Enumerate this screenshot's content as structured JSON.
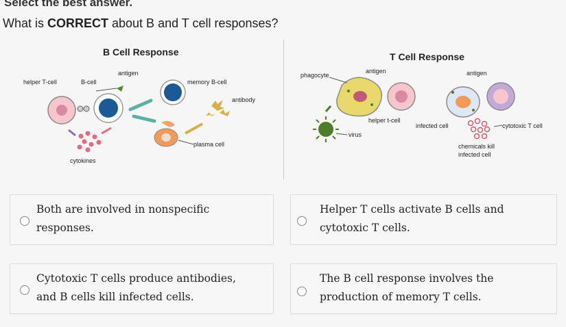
{
  "instruction": "Select the best answer.",
  "question": {
    "prefix": "What is ",
    "emphasis": "CORRECT",
    "suffix": " about B and T cell responses?"
  },
  "figure": {
    "b_panel": {
      "title": "B Cell Response",
      "labels": {
        "helper_t_cell": "helper T-cell",
        "b_cell": "B-cell",
        "antigen": "antigen",
        "memory_b_cell": "memory B-cell",
        "antibody": "antibody",
        "plasma_cell": "plasma cell",
        "cytokines": "cytokines"
      }
    },
    "t_panel": {
      "title": "T Cell Response",
      "labels": {
        "phagocyte": "phagocyte",
        "antigen_left": "antigen",
        "antigen_right": "antigen",
        "helper_t_cell": "helper t-cell",
        "virus": "virus",
        "infected_cell": "infected cell",
        "cytotoxic_t_cell": "cytotoxic T cell",
        "chemicals_kill": "chemicals kill",
        "infected_cell_2": "infected cell"
      }
    }
  },
  "options": [
    {
      "line1": "Both are involved in nonspecific",
      "line2": "responses."
    },
    {
      "line1": "Helper T cells activate B cells and",
      "line2": "cytotoxic T cells."
    },
    {
      "line1": "Cytotoxic T cells produce antibodies,",
      "line2": "and B cells kill infected cells."
    },
    {
      "line1": "The B cell response involves the",
      "line2": "production of memory T cells."
    }
  ],
  "colors": {
    "helper_cell_fill": "#f6c6cc",
    "helper_nucleus": "#d98aa0",
    "b_cell_nucleus": "#1b5a96",
    "arrow_teal": "#5cb0a5",
    "antibody_gold": "#d8b04a",
    "plasma_fill": "#f39a57",
    "virus_green": "#4e7d2a",
    "cytokine_pink": "#e86a7a"
  }
}
